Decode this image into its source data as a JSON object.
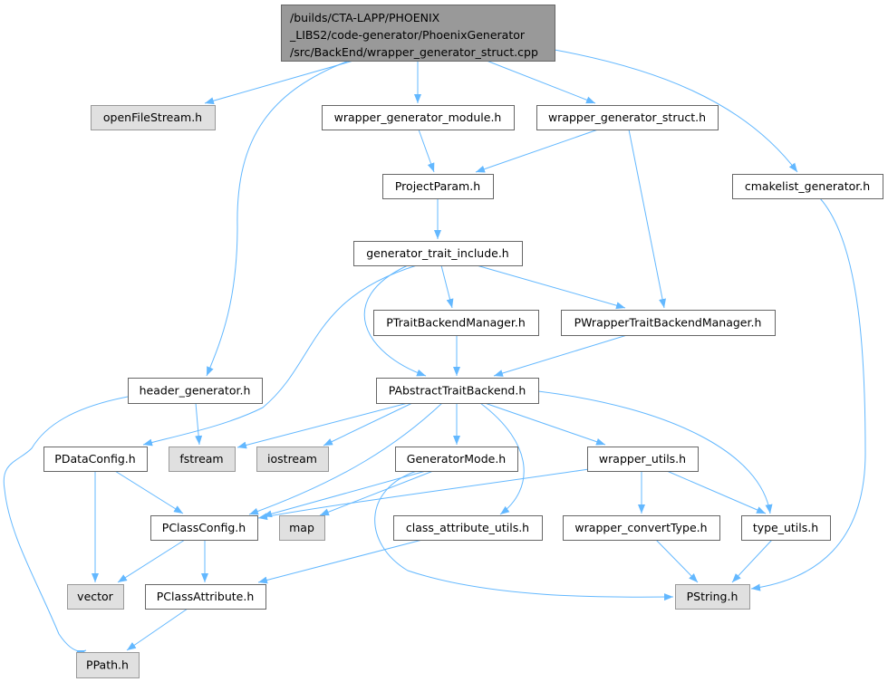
{
  "title": "Include dependency graph",
  "root": {
    "lines": [
      "/builds/CTA-LAPP/PHOENIX",
      "_LIBS2/code-generator/PhoenixGenerator",
      "/src/BackEnd/wrapper_generator_struct.cpp"
    ]
  },
  "nodes": {
    "openFileStream": "openFileStream.h",
    "wgm": "wrapper_generator_module.h",
    "wgs": "wrapper_generator_struct.h",
    "cmakelist": "cmakelist_generator.h",
    "projectParam": "ProjectParam.h",
    "gti": "generator_trait_include.h",
    "ptbm": "PTraitBackendManager.h",
    "pwtbm": "PWrapperTraitBackendManager.h",
    "headerGen": "header_generator.h",
    "pabs": "PAbstractTraitBackend.h",
    "pdata": "PDataConfig.h",
    "fstream": "fstream",
    "iostream": "iostream",
    "genMode": "GeneratorMode.h",
    "wutils": "wrapper_utils.h",
    "pclassConfig": "PClassConfig.h",
    "map": "map",
    "cau": "class_attribute_utils.h",
    "wct": "wrapper_convertType.h",
    "typeUtils": "type_utils.h",
    "vector": "vector",
    "pclassAttr": "PClassAttribute.h",
    "pstring": "PString.h",
    "ppath": "PPath.h"
  },
  "colors": {
    "edge": "#63b8ff",
    "root_fill": "#999999",
    "system_fill": "#e0e0e0",
    "node_fill": "#ffffff"
  }
}
